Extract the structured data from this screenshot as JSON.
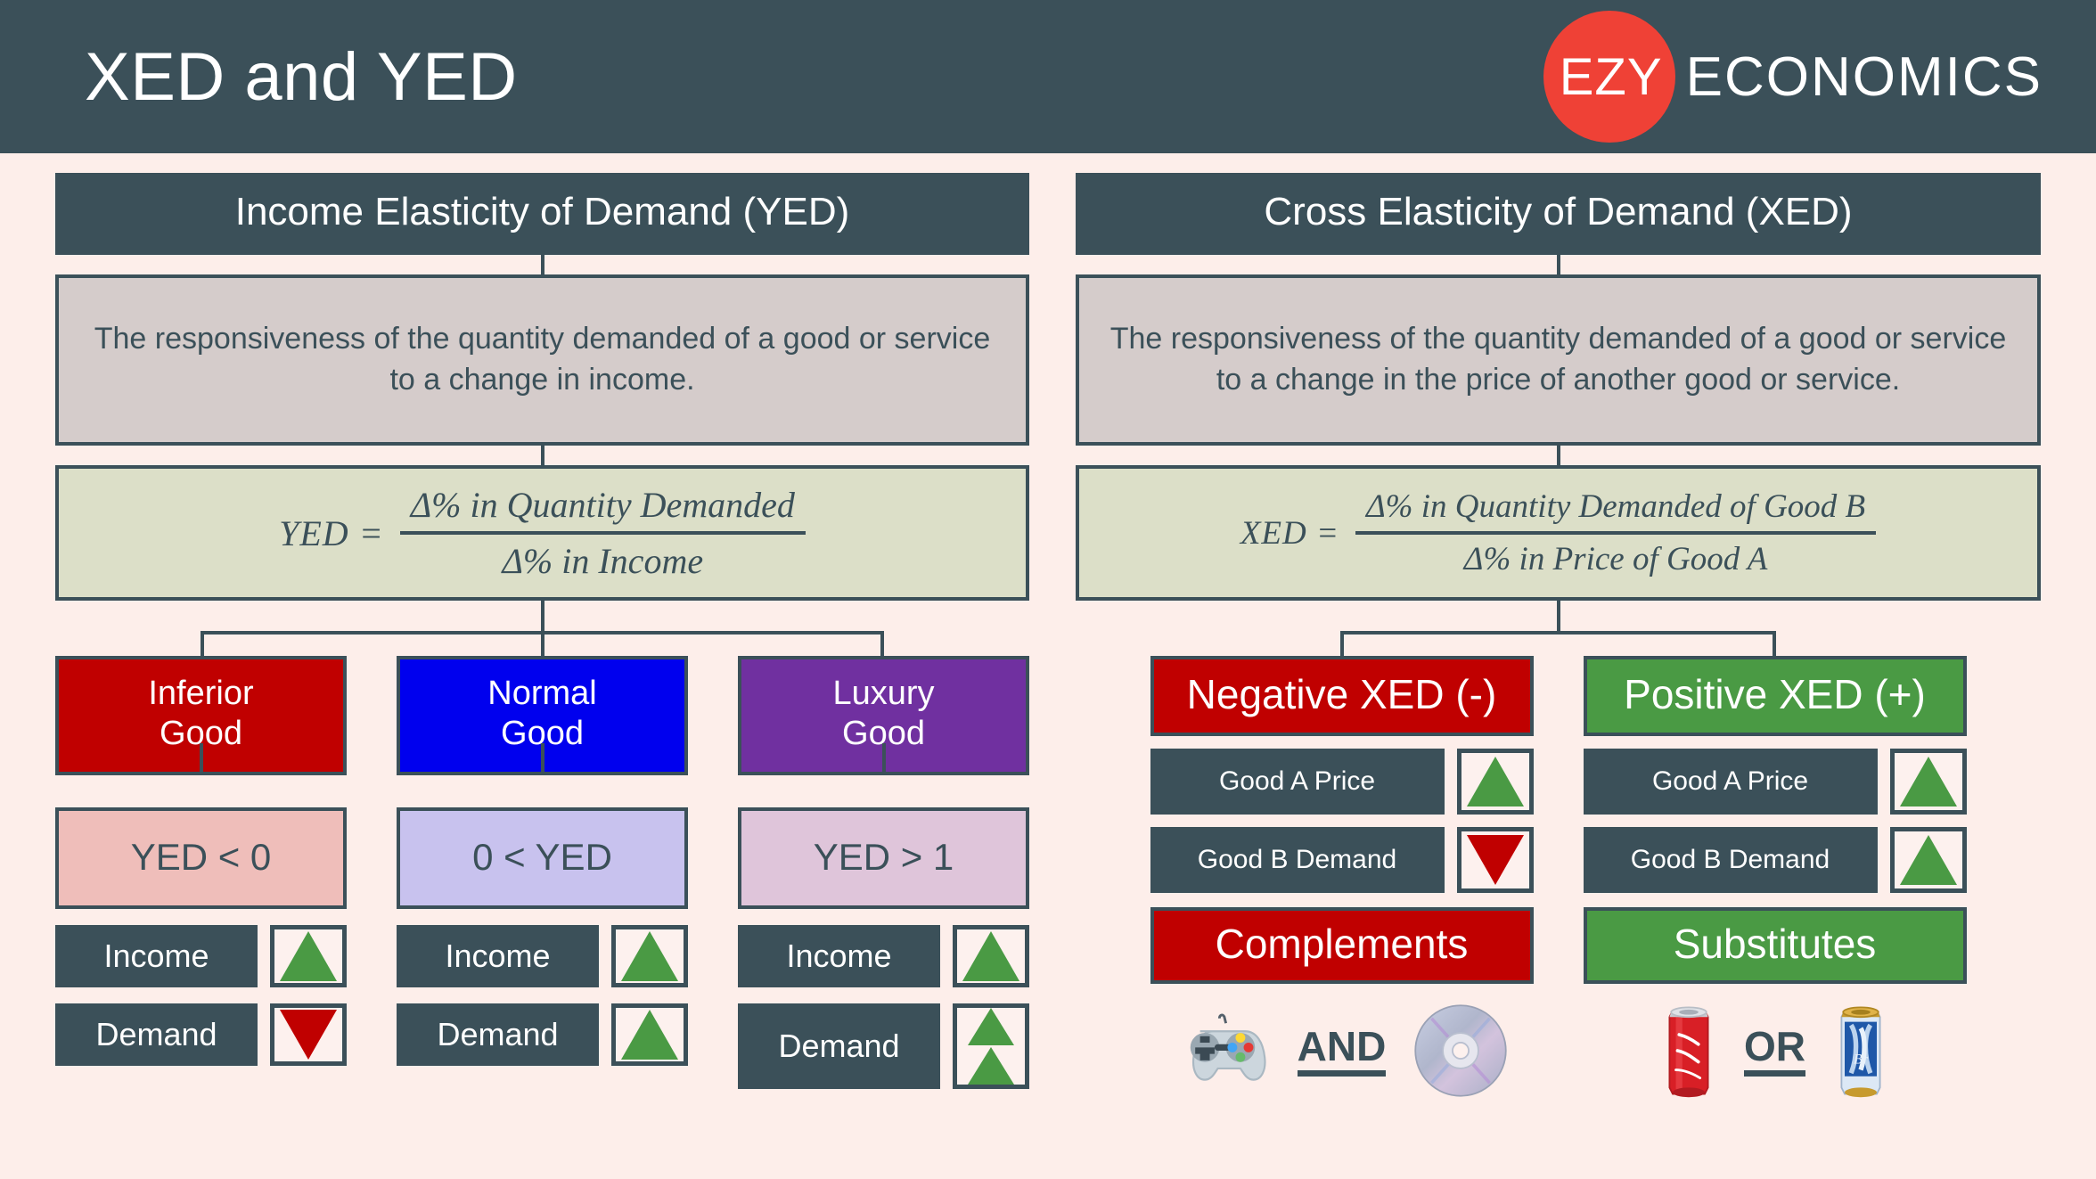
{
  "header": {
    "title": "XED and YED",
    "logo_mark": "EZY",
    "logo_word": "ECONOMICS",
    "bg_color": "#3b5059",
    "logo_circle_color": "#ef4136"
  },
  "colors": {
    "page_bg": "#fdeeea",
    "slate": "#3b5059",
    "desc_bg": "#d5cccb",
    "formula_bg": "#dcdfc8",
    "red": "#c00000",
    "green": "#4a9a44",
    "blue": "#0000ee",
    "purple": "#7030a0",
    "pink_pastel": "#efbeba",
    "lavender_pastel": "#c8c2ee",
    "mauve_pastel": "#dfc5da",
    "up_arrow_color": "#4a9a44",
    "down_arrow_color": "#c00000"
  },
  "yed": {
    "title": "Income Elasticity of Demand (YED)",
    "description": "The responsiveness of the quantity demanded of a good or service to a change in income.",
    "formula": {
      "lhs": "YED =",
      "numerator": "Δ% in Quantity Demanded",
      "denominator": "Δ% in Income"
    },
    "cards": [
      {
        "name_line1": "Inferior",
        "name_line2": "Good",
        "head_color": "#c00000",
        "condition": "YED < 0",
        "condition_color": "#efbeba",
        "rows": [
          {
            "label": "Income",
            "arrow": "up-arrow-icon",
            "arrow_color": "#4a9a44",
            "count": 1
          },
          {
            "label": "Demand",
            "arrow": "down-arrow-icon",
            "arrow_color": "#c00000",
            "count": 1
          }
        ]
      },
      {
        "name_line1": "Normal",
        "name_line2": "Good",
        "head_color": "#0000ee",
        "condition": "0 < YED",
        "condition_color": "#c8c2ee",
        "rows": [
          {
            "label": "Income",
            "arrow": "up-arrow-icon",
            "arrow_color": "#4a9a44",
            "count": 1
          },
          {
            "label": "Demand",
            "arrow": "up-arrow-icon",
            "arrow_color": "#4a9a44",
            "count": 1
          }
        ]
      },
      {
        "name_line1": "Luxury",
        "name_line2": "Good",
        "head_color": "#7030a0",
        "condition": "YED > 1",
        "condition_color": "#dfc5da",
        "rows": [
          {
            "label": "Income",
            "arrow": "up-arrow-icon",
            "arrow_color": "#4a9a44",
            "count": 1
          },
          {
            "label": "Demand",
            "arrow": "double-up-arrow-icon",
            "arrow_color": "#4a9a44",
            "count": 2
          }
        ]
      }
    ]
  },
  "xed": {
    "title": "Cross Elasticity of Demand (XED)",
    "description": "The responsiveness of the quantity demanded of a good or service to a change in the price of another good or service.",
    "formula": {
      "lhs": "XED =",
      "numerator": "Δ% in Quantity Demanded of Good B",
      "denominator": "Δ% in Price of Good A"
    },
    "branches": [
      {
        "head": "Negative XED (-)",
        "head_color": "#c00000",
        "rows": [
          {
            "label": "Good A Price",
            "arrow": "up-arrow-icon",
            "arrow_color": "#4a9a44"
          },
          {
            "label": "Good B Demand",
            "arrow": "down-arrow-icon",
            "arrow_color": "#c00000"
          }
        ],
        "conclusion": "Complements",
        "conclusion_color": "#c00000",
        "conjunction": "AND",
        "example_left_icon": "game-controller-icon",
        "example_right_icon": "compact-disc-icon"
      },
      {
        "head": "Positive XED (+)",
        "head_color": "#4a9a44",
        "rows": [
          {
            "label": "Good A Price",
            "arrow": "up-arrow-icon",
            "arrow_color": "#4a9a44"
          },
          {
            "label": "Good B Demand",
            "arrow": "up-arrow-icon",
            "arrow_color": "#4a9a44"
          }
        ],
        "conclusion": "Substitutes",
        "conclusion_color": "#4a9a44",
        "conjunction": "OR",
        "example_left_icon": "coca-cola-can-icon",
        "example_right_icon": "blue-beer-can-icon"
      }
    ]
  }
}
